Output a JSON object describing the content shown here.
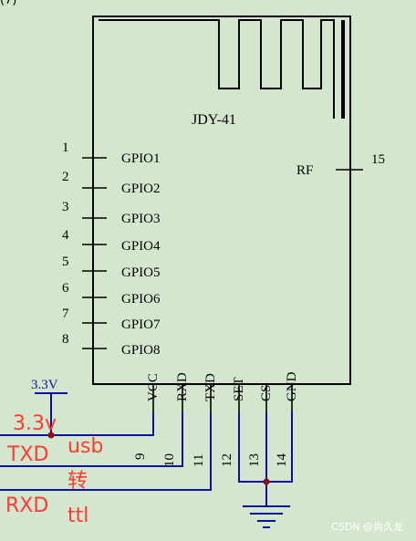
{
  "corner_fragment": "(7)",
  "module": {
    "name": "JDY-41",
    "rf_label": "RF",
    "rf_pin_number": "15",
    "left_pins": [
      {
        "number": "1",
        "label": "GPIO1"
      },
      {
        "number": "2",
        "label": "GPIO2"
      },
      {
        "number": "3",
        "label": "GPIO3"
      },
      {
        "number": "4",
        "label": "GPIO4"
      },
      {
        "number": "5",
        "label": "GPIO5"
      },
      {
        "number": "6",
        "label": "GPIO6"
      },
      {
        "number": "7",
        "label": "GPIO7"
      },
      {
        "number": "8",
        "label": "GPIO8"
      }
    ],
    "bottom_pins": [
      {
        "number": "9",
        "label": "VCC"
      },
      {
        "number": "10",
        "label": "RXD"
      },
      {
        "number": "11",
        "label": "TXD"
      },
      {
        "number": "12",
        "label": "SET"
      },
      {
        "number": "13",
        "label": "CS"
      },
      {
        "number": "14",
        "label": "GND"
      }
    ]
  },
  "power_label": "3.3V",
  "annotations": {
    "vcc_note": "3.3v",
    "txd_note": "TXD",
    "rxd_note": "RXD",
    "converter_line1": "usb",
    "converter_line2": "转",
    "converter_line3": "ttl"
  },
  "colors": {
    "background": "#d5e6cf",
    "wire": "#1010a0",
    "annotation": "#ff3b30",
    "junction": "#8b1010"
  },
  "watermark": "CSDN @尚久龙"
}
